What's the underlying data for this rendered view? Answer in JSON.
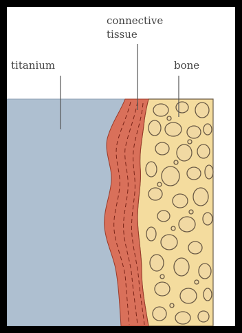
{
  "labels": {
    "titanium": "titanium",
    "connective_tissue_line1": "connective",
    "connective_tissue_line2": "tissue",
    "bone": "bone"
  },
  "colors": {
    "titanium": "#aebfd0",
    "connective_tissue": "#d9705a",
    "tissue_fibers": "#7a2418",
    "bone_matrix": "#f4dc9e",
    "bone_cells_fill": "#f1d9a3",
    "outline": "#6a5a45",
    "frame": "#000000"
  }
}
